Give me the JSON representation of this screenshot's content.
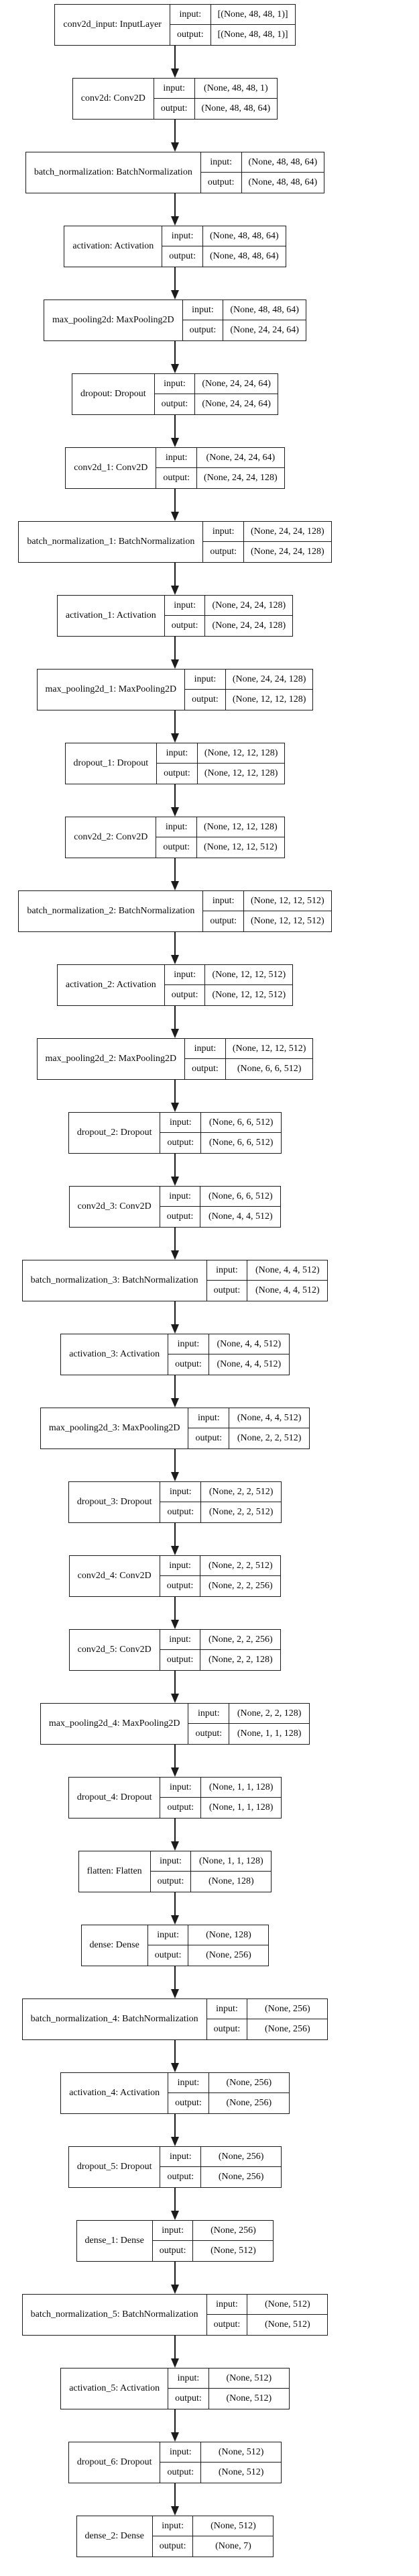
{
  "colors": {
    "border": "#1c1c1c",
    "text": "#0a0a0a",
    "background": "#ffffff"
  },
  "diagram": {
    "io_labels": {
      "input": "input:",
      "output": "output:"
    },
    "layers": [
      {
        "name": "conv2d_input: InputLayer",
        "input": "[(None, 48, 48, 1)]",
        "output": "[(None, 48, 48, 1)]"
      },
      {
        "name": "conv2d: Conv2D",
        "input": "(None, 48, 48, 1)",
        "output": "(None, 48, 48, 64)"
      },
      {
        "name": "batch_normalization: BatchNormalization",
        "input": "(None, 48, 48, 64)",
        "output": "(None, 48, 48, 64)"
      },
      {
        "name": "activation: Activation",
        "input": "(None, 48, 48, 64)",
        "output": "(None, 48, 48, 64)"
      },
      {
        "name": "max_pooling2d: MaxPooling2D",
        "input": "(None, 48, 48, 64)",
        "output": "(None, 24, 24, 64)"
      },
      {
        "name": "dropout: Dropout",
        "input": "(None, 24, 24, 64)",
        "output": "(None, 24, 24, 64)"
      },
      {
        "name": "conv2d_1: Conv2D",
        "input": "(None, 24, 24, 64)",
        "output": "(None, 24, 24, 128)"
      },
      {
        "name": "batch_normalization_1: BatchNormalization",
        "input": "(None, 24, 24, 128)",
        "output": "(None, 24, 24, 128)"
      },
      {
        "name": "activation_1: Activation",
        "input": "(None, 24, 24, 128)",
        "output": "(None, 24, 24, 128)"
      },
      {
        "name": "max_pooling2d_1: MaxPooling2D",
        "input": "(None, 24, 24, 128)",
        "output": "(None, 12, 12, 128)"
      },
      {
        "name": "dropout_1: Dropout",
        "input": "(None, 12, 12, 128)",
        "output": "(None, 12, 12, 128)"
      },
      {
        "name": "conv2d_2: Conv2D",
        "input": "(None, 12, 12, 128)",
        "output": "(None, 12, 12, 512)"
      },
      {
        "name": "batch_normalization_2: BatchNormalization",
        "input": "(None, 12, 12, 512)",
        "output": "(None, 12, 12, 512)"
      },
      {
        "name": "activation_2: Activation",
        "input": "(None, 12, 12, 512)",
        "output": "(None, 12, 12, 512)"
      },
      {
        "name": "max_pooling2d_2: MaxPooling2D",
        "input": "(None, 12, 12, 512)",
        "output": "(None, 6, 6, 512)"
      },
      {
        "name": "dropout_2: Dropout",
        "input": "(None, 6, 6, 512)",
        "output": "(None, 6, 6, 512)"
      },
      {
        "name": "conv2d_3: Conv2D",
        "input": "(None, 6, 6, 512)",
        "output": "(None, 4, 4, 512)"
      },
      {
        "name": "batch_normalization_3: BatchNormalization",
        "input": "(None, 4, 4, 512)",
        "output": "(None, 4, 4, 512)"
      },
      {
        "name": "activation_3: Activation",
        "input": "(None, 4, 4, 512)",
        "output": "(None, 4, 4, 512)"
      },
      {
        "name": "max_pooling2d_3: MaxPooling2D",
        "input": "(None, 4, 4, 512)",
        "output": "(None, 2, 2, 512)"
      },
      {
        "name": "dropout_3: Dropout",
        "input": "(None, 2, 2, 512)",
        "output": "(None, 2, 2, 512)"
      },
      {
        "name": "conv2d_4: Conv2D",
        "input": "(None, 2, 2, 512)",
        "output": "(None, 2, 2, 256)"
      },
      {
        "name": "conv2d_5: Conv2D",
        "input": "(None, 2, 2, 256)",
        "output": "(None, 2, 2, 128)"
      },
      {
        "name": "max_pooling2d_4: MaxPooling2D",
        "input": "(None, 2, 2, 128)",
        "output": "(None, 1, 1, 128)"
      },
      {
        "name": "dropout_4: Dropout",
        "input": "(None, 1, 1, 128)",
        "output": "(None, 1, 1, 128)"
      },
      {
        "name": "flatten: Flatten",
        "input": "(None, 1, 1, 128)",
        "output": "(None, 128)"
      },
      {
        "name": "dense: Dense",
        "input": "(None, 128)",
        "output": "(None, 256)"
      },
      {
        "name": "batch_normalization_4: BatchNormalization",
        "input": "(None, 256)",
        "output": "(None, 256)"
      },
      {
        "name": "activation_4: Activation",
        "input": "(None, 256)",
        "output": "(None, 256)"
      },
      {
        "name": "dropout_5: Dropout",
        "input": "(None, 256)",
        "output": "(None, 256)"
      },
      {
        "name": "dense_1: Dense",
        "input": "(None, 256)",
        "output": "(None, 512)"
      },
      {
        "name": "batch_normalization_5: BatchNormalization",
        "input": "(None, 512)",
        "output": "(None, 512)"
      },
      {
        "name": "activation_5: Activation",
        "input": "(None, 512)",
        "output": "(None, 512)"
      },
      {
        "name": "dropout_6: Dropout",
        "input": "(None, 512)",
        "output": "(None, 512)"
      },
      {
        "name": "dense_2: Dense",
        "input": "(None, 512)",
        "output": "(None, 7)"
      }
    ]
  }
}
